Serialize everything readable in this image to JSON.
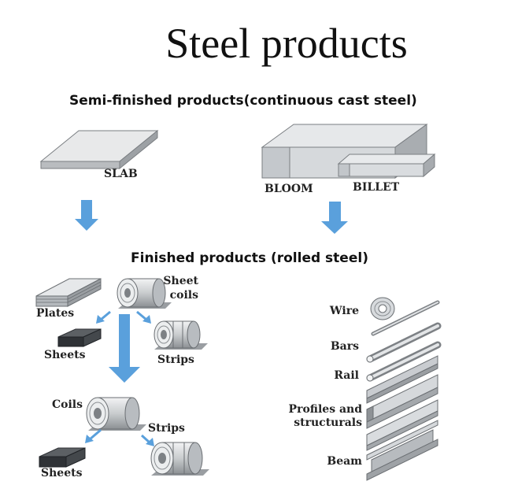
{
  "title": "Steel products",
  "sections": {
    "semi_finished": "Semi-finished products(continuous cast steel)",
    "finished": "Finished products (rolled steel)"
  },
  "semi_finished_items": {
    "slab": "SLAB",
    "bloom": "BLOOM",
    "billet": "BILLET"
  },
  "flat_products": {
    "plates": "Plates",
    "sheet_coils_line1": "Sheet",
    "sheet_coils_line2": "coils",
    "sheets_top": "Sheets",
    "strips_top": "Strips",
    "coils": "Coils",
    "strips_bottom": "Strips",
    "sheets_bottom": "Sheets"
  },
  "long_products": {
    "wire": "Wire",
    "bars": "Bars",
    "rail": "Rail",
    "profiles_line1": "Profiles and",
    "profiles_line2": "structurals",
    "beam": "Beam"
  },
  "colors": {
    "arrow": "#5aa0dc",
    "steel_light": "#e4e6e8",
    "steel_mid": "#c2c5c8",
    "steel_dark": "#8e9296",
    "outline": "#6b6f73"
  }
}
